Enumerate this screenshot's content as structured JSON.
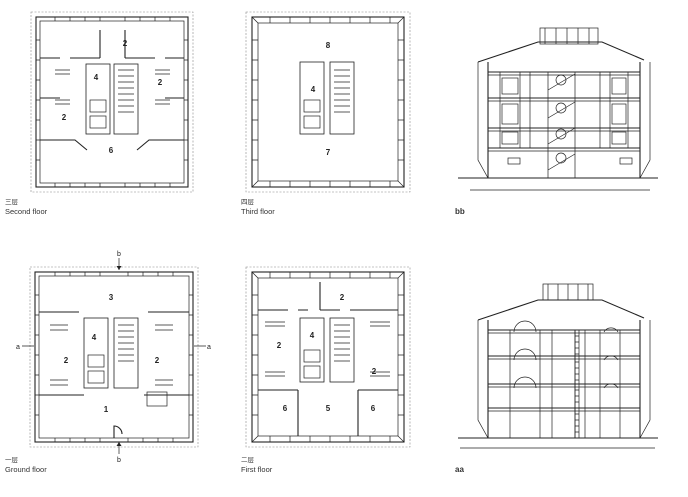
{
  "plans": [
    {
      "id": "second",
      "cn": "三层",
      "en": "Second floor",
      "rooms": [
        "2",
        "4",
        "2",
        "2",
        "6"
      ]
    },
    {
      "id": "third",
      "cn": "四层",
      "en": "Third floor",
      "rooms": [
        "8",
        "4",
        "7"
      ]
    },
    {
      "id": "ground",
      "cn": "一层",
      "en": "Ground floor",
      "rooms": [
        "3",
        "4",
        "2",
        "2",
        "1"
      ]
    },
    {
      "id": "first",
      "cn": "二层",
      "en": "First floor",
      "rooms": [
        "2",
        "4",
        "2",
        "2",
        "6",
        "5",
        "6"
      ]
    }
  ],
  "sections": [
    {
      "id": "bb",
      "label": "bb"
    },
    {
      "id": "aa",
      "label": "aa"
    }
  ],
  "cut_markers": {
    "a": "a",
    "b": "b"
  }
}
